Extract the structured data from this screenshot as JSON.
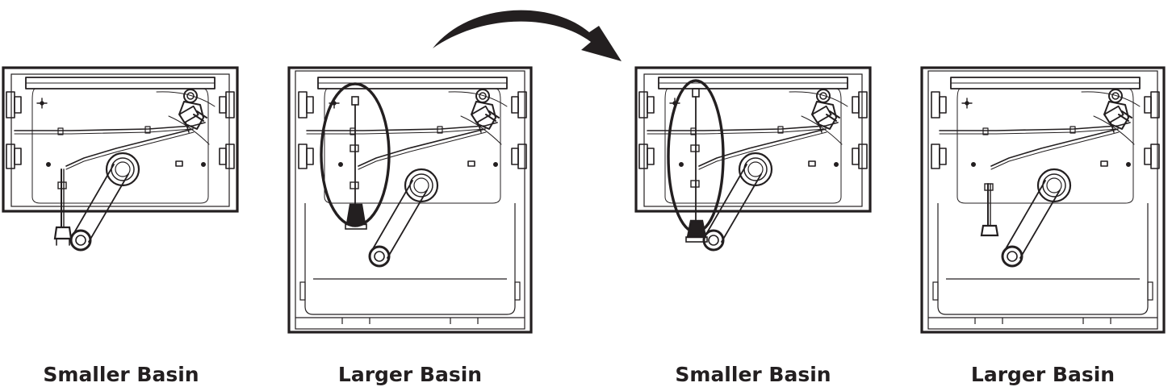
{
  "figure": {
    "panels": [
      {
        "id": "panel-1",
        "label": "Smaller Basin",
        "basin": "smaller",
        "highlight": false
      },
      {
        "id": "panel-2",
        "label": "Larger Basin",
        "basin": "larger",
        "highlight": true
      },
      {
        "id": "panel-3",
        "label": "Smaller Basin",
        "basin": "smaller",
        "highlight": true
      },
      {
        "id": "panel-4",
        "label": "Larger Basin",
        "basin": "larger",
        "highlight": false
      }
    ],
    "arrow": {
      "from": "panel-2",
      "to": "panel-3"
    },
    "colors": {
      "line": "#231f20",
      "background": "#ffffff"
    }
  }
}
